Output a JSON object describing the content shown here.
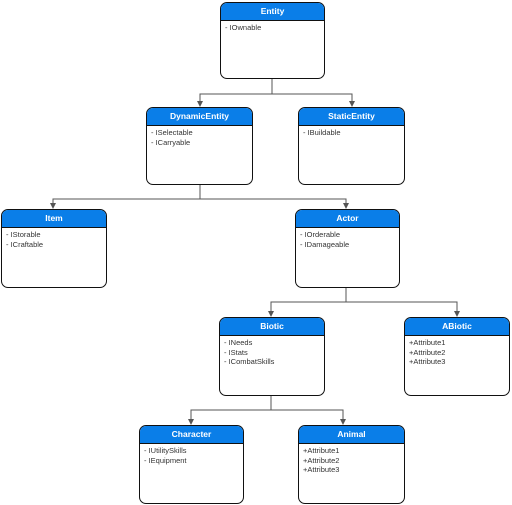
{
  "classes": {
    "entity": {
      "name": "Entity",
      "members": [
        "- IOwnable"
      ]
    },
    "dynamicEntity": {
      "name": "DynamicEntity",
      "members": [
        "- ISelectable",
        "- ICarryable"
      ]
    },
    "staticEntity": {
      "name": "StaticEntity",
      "members": [
        "- IBuildable"
      ]
    },
    "item": {
      "name": "Item",
      "members": [
        "- IStorable",
        "- ICraftable"
      ]
    },
    "actor": {
      "name": "Actor",
      "members": [
        "- IOrderable",
        "- IDamageable"
      ]
    },
    "biotic": {
      "name": "Biotic",
      "members": [
        "- INeeds",
        "- IStats",
        "- ICombatSkills"
      ]
    },
    "abiotic": {
      "name": "ABiotic",
      "members": [
        "+Attribute1",
        "+Attribute2",
        "+Attribute3"
      ]
    },
    "character": {
      "name": "Character",
      "members": [
        "- IUtilitySkills",
        "- IEquipment"
      ]
    },
    "animal": {
      "name": "Animal",
      "members": [
        "+Attribute1",
        "+Attribute2",
        "+Attribute3"
      ]
    }
  },
  "colors": {
    "header": "#0a7ee8",
    "border": "#111111",
    "connector": "#555555"
  }
}
